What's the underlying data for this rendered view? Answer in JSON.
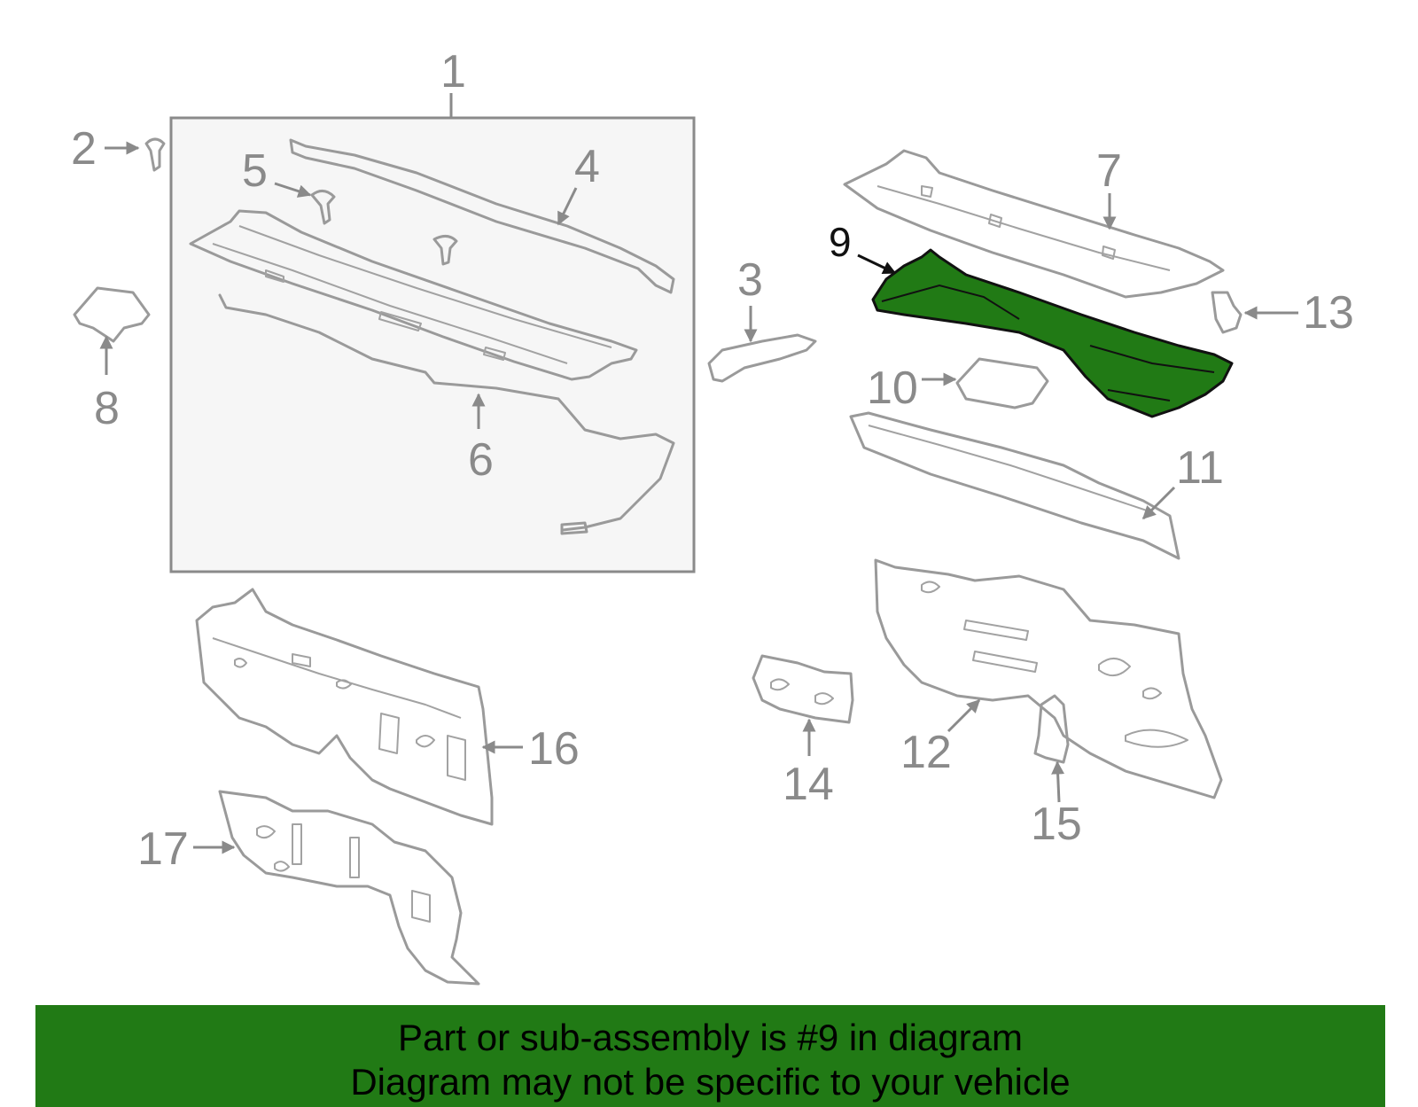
{
  "callouts": {
    "c1": "1",
    "c2": "2",
    "c3": "3",
    "c4": "4",
    "c5": "5",
    "c6": "6",
    "c7": "7",
    "c8": "8",
    "c9": "9",
    "c10": "10",
    "c11": "11",
    "c12": "12",
    "c13": "13",
    "c14": "14",
    "c15": "15",
    "c16": "16",
    "c17": "17"
  },
  "highlight": {
    "part_number": "9",
    "color": "#217a15",
    "banner_color": "#217a15"
  },
  "banner": {
    "line1": "Part or sub-assembly is #9 in diagram",
    "line2": "Diagram may not be specific to your vehicle"
  }
}
